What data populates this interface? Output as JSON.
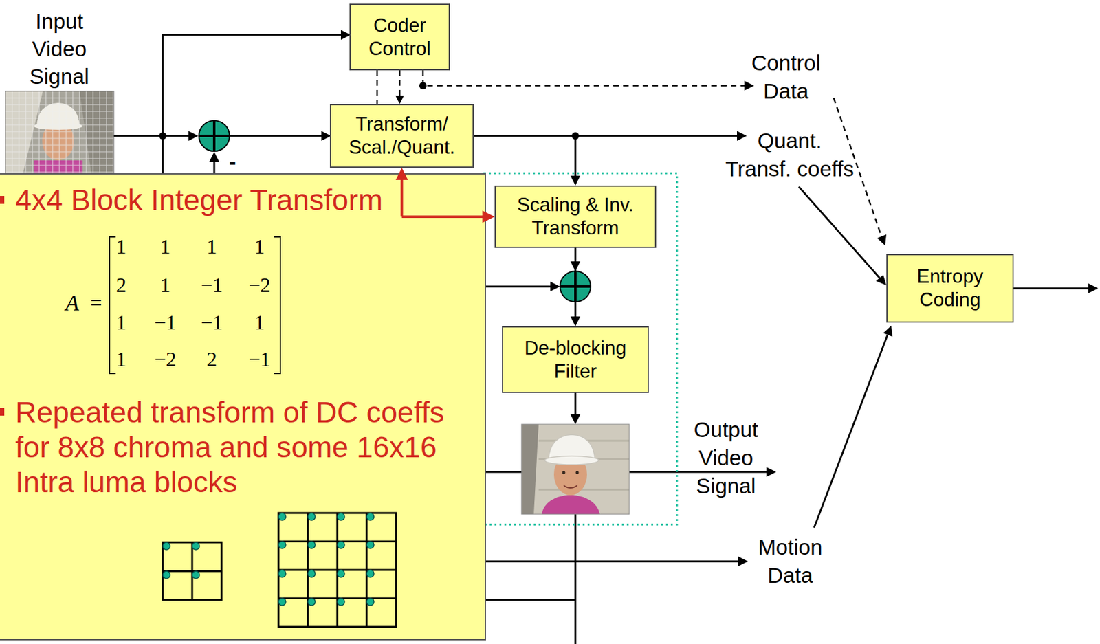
{
  "diagram": {
    "nodes": [
      {
        "text": [
          "Coder Control"
        ]
      },
      {
        "text": [
          "Transform/ Scal./Quant."
        ]
      },
      {
        "text": [
          "4x4 Block Integer Transform",
          "Repeated transform of DC coeffs for 8x8 chroma and some 16x16 Intra luma blocks"
        ]
      },
      {
        "text": [
          "Scaling & Inv. Transform"
        ]
      },
      {
        "text": [
          "De-blocking Filter"
        ]
      },
      {
        "text": [
          "Entropy Coding"
        ]
      }
    ],
    "edges": [
      {
        "from": 0,
        "to": 1,
        "arrow": "none"
      },
      {
        "from": 0,
        "to": 1,
        "arrow": "to"
      },
      {
        "from": 1,
        "to": 3,
        "arrow": "to"
      },
      {
        "from": 3,
        "to": 4,
        "arrow": "to"
      },
      {
        "from": 2,
        "to": 1,
        "arrow": "to"
      },
      {
        "from": 2,
        "to": 3,
        "arrow": "to"
      }
    ],
    "labels": [
      "Input Video Signal",
      "-",
      "Control Data",
      "Quant. Transf. coeffs",
      "A",
      "=",
      "1",
      "1",
      "1",
      "1",
      "2",
      "1",
      "−1",
      "−2",
      "1",
      "−1",
      "−1",
      "1",
      "1",
      "−2",
      "2",
      "−1",
      "Output Video Signal",
      "Motion Data"
    ]
  }
}
